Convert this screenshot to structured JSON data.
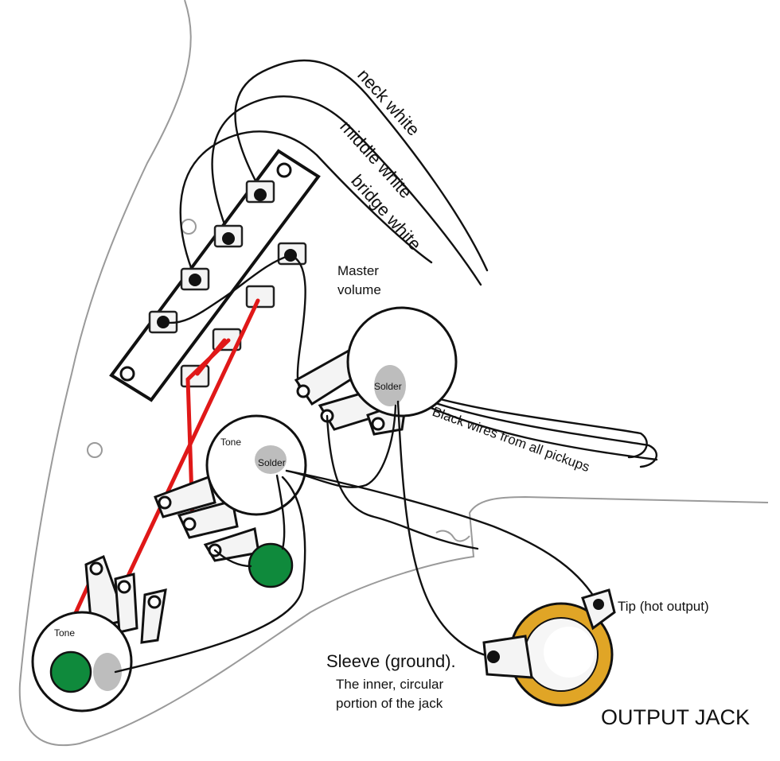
{
  "labels": {
    "neck_white": "neck white",
    "middle_white": "middle white",
    "bridge_white": "bridge white",
    "master_volume_line1": "Master",
    "master_volume_line2": "volume",
    "solder_volume": "Solder",
    "black_wires": "Black wires from all pickups",
    "tone_upper": "Tone",
    "solder_tone_upper": "Solder",
    "tone_lower": "Tone",
    "tip": "Tip (hot output)",
    "sleeve": "Sleeve (ground).",
    "sleeve_note_line1": "The inner, circular",
    "sleeve_note_line2": "portion of the jack",
    "output_jack": "OUTPUT JACK"
  },
  "colors": {
    "ground_wire": "#111111",
    "hot_wire": "#e01818",
    "capacitor": "#0f8a3c",
    "solder_spot": "#bdbdbd",
    "jack_ring": "#e0a526",
    "pickguard_outline": "#9a9a9a"
  },
  "icons": {
    "switch": "5-way-blade-switch-icon",
    "pot": "potentiometer-icon",
    "capacitor": "capacitor-icon",
    "jack": "output-jack-icon"
  }
}
